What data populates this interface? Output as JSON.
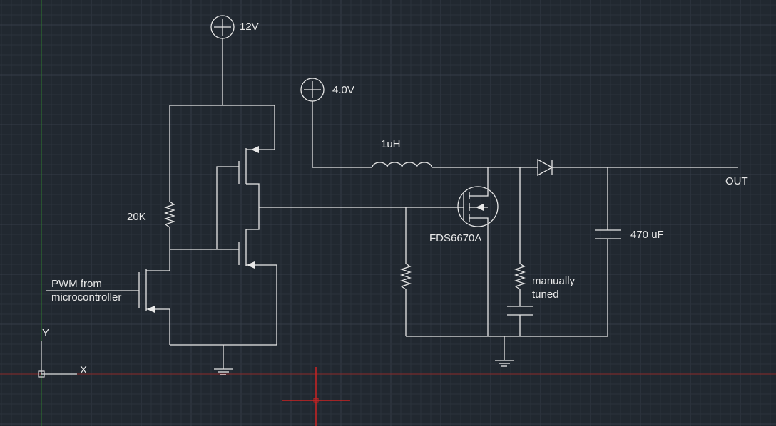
{
  "labels": {
    "v12": "12V",
    "v4": "4.0V",
    "inductor": "1uH",
    "out": "OUT",
    "r20k": "20K",
    "mosfet": "FDS6670A",
    "cap": "470 uF",
    "pwm_line1": "PWM from",
    "pwm_line2": "microcontroller",
    "tuned_line1": "manually",
    "tuned_line2": "tuned",
    "axis_y": "Y",
    "axis_x": "X"
  },
  "colors": {
    "background": "#212830",
    "grid_minor": "#2b323b",
    "grid_major": "#353d47",
    "wire": "#e8e8e8",
    "crosshair": "#cc2222",
    "axis_line_x": "#8a2a2a",
    "axis_line_y": "#2f7a2f"
  }
}
